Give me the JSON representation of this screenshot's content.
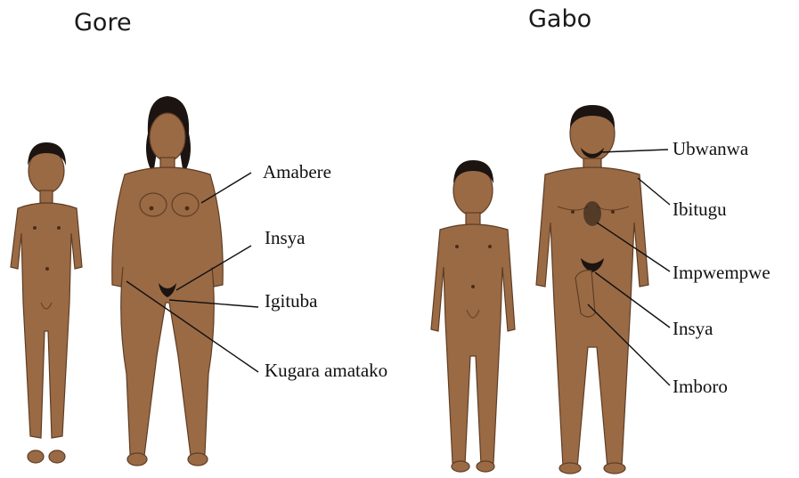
{
  "headings": {
    "female": "Gore",
    "male": "Gabo"
  },
  "labels": {
    "amabere": "Amabere",
    "insya_female": "Insya",
    "igituba": "Igituba",
    "kugara_amatako": "Kugara amatako",
    "ubwanwa": "Ubwanwa",
    "ibitugu": "Ibitugu",
    "impwempwe": "Impwempwe",
    "insya_male": "Insya",
    "imboro": "Imboro"
  },
  "colors": {
    "skin": "#9a6a45",
    "skin_outline": "#5e3d24",
    "hair": "#1b1410",
    "leader_line": "#111111"
  }
}
